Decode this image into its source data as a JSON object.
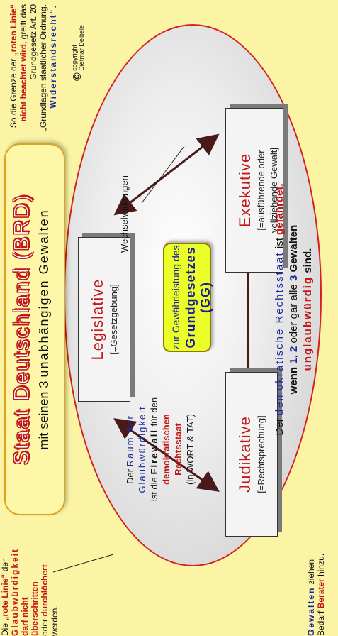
{
  "title": {
    "main": "Staat Deutschland (BRD)",
    "sub_prefix": "mit seinen",
    "sub_number": "3",
    "sub_words": "unabhängigen Gewalten"
  },
  "boxes": {
    "legislative": {
      "title": "Legislative",
      "subtitle": "[=Gesetzgebung]"
    },
    "exekutive": {
      "title": "Exekutive",
      "subtitle_line1": "[=ausführende oder",
      "subtitle_line2": "vollziehende Gewalt]"
    },
    "judikative": {
      "title": "Judikative",
      "subtitle": "[=Rechtsprechung]"
    }
  },
  "center": {
    "line1": "zur Gewährleistung des",
    "line2": "Grundgesetzes (GG)"
  },
  "wechselwirkungen": "Wechselwirkungen",
  "firewall": {
    "l1a": "Der",
    "l1b": "Raum der",
    "l2": "Glaubwürdigkeit",
    "l3a": "ist die",
    "l3b": "Firewall",
    "l3c": "für den",
    "l4": "demokratischen Rechtsstaat",
    "l5": "(in WORT & TAT)"
  },
  "bottom": {
    "a1": "Der",
    "a2": "demokratische Rechtsstaat",
    "a3": "ist",
    "a4": "gefährdet,",
    "b1": "wenn",
    "b2": "1",
    "b3": ",",
    "b4": "2",
    "b5": "oder gar alle",
    "b6": "3",
    "b7": "Gewalten",
    "c1": "unglaubwürdig",
    "c2": "sind."
  },
  "right_note": {
    "l1a": "So die Grenze der",
    "l1b": "„roten Linie“",
    "l2a": "nicht beachtet wird,",
    "l2b": "greift das",
    "l3": "Grundgesetz Art. 20",
    "l4": "„Grundlagen staatlicher Ordnung.",
    "l5": "Widerstandsrecht“."
  },
  "copyright": {
    "symbol": "©",
    "l1": "copyright",
    "l2": "Dietmar Deibele"
  },
  "left_note": {
    "l1a": "Die",
    "l1b": "„rote Linie“",
    "l1c": "der",
    "l2": "Glaubwürdigkeit",
    "l3": "darf nicht überschritten",
    "l4a": "oder",
    "l4b": "durchlöchert",
    "l5": "werden."
  },
  "left_bottom": {
    "l1a": "Gewalten",
    "l1b": "ziehen",
    "l2a": "Bedarf",
    "l2b": "Berater",
    "l2c": "hinzu."
  },
  "colors": {
    "red": "#c01818",
    "blue": "#1d2a9a",
    "background": "#fbf4a4",
    "center_box": "#eaff2a"
  }
}
